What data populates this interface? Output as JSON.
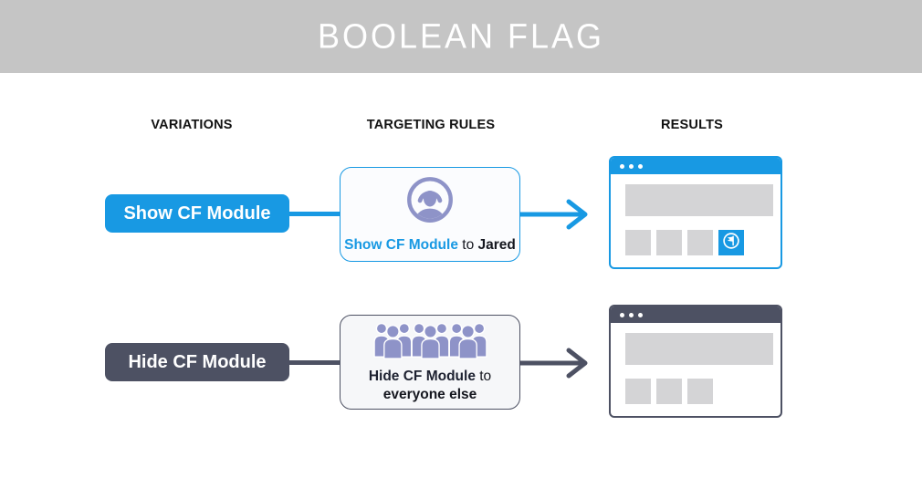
{
  "header": {
    "title": "BOOLEAN FLAG"
  },
  "columns": {
    "variations": "VARIATIONS",
    "targeting": "TARGETING RULES",
    "results": "RESULTS"
  },
  "colors": {
    "accent_blue": "#1899E3",
    "dark_slate": "#4D5163",
    "periwinkle": "#8E93C8",
    "header_gray": "#C5C5C5",
    "placeholder_gray": "#D4D4D6"
  },
  "rows": [
    {
      "variation": "Show CF Module",
      "rule": {
        "icon": "user-circle-icon",
        "flag": "Show CF Module",
        "connector": " to ",
        "target": "Jared"
      },
      "result": {
        "module_shown": true
      }
    },
    {
      "variation": "Hide CF Module",
      "rule": {
        "icon": "crowd-icon",
        "flag": "Hide CF Module",
        "connector": " to",
        "target": "everyone else"
      },
      "result": {
        "module_shown": false
      }
    }
  ]
}
